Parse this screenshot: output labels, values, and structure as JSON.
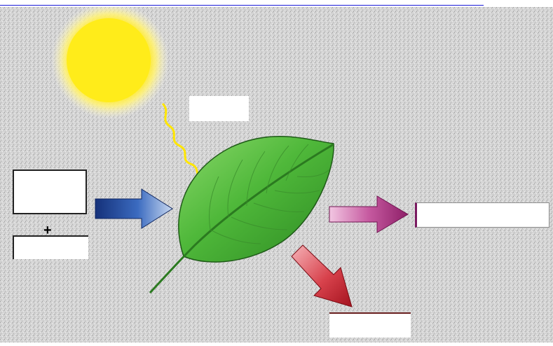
{
  "header_link": {
    "text": "",
    "color": "#1a1ad6"
  },
  "diagram": {
    "background_color": "#d6d6d6",
    "plus_sign": "+",
    "label_boxes": [
      {
        "id": "light",
        "text": ""
      },
      {
        "id": "input-top",
        "text": ""
      },
      {
        "id": "input-bottom",
        "text": ""
      },
      {
        "id": "output-right",
        "text": ""
      },
      {
        "id": "output-bottom",
        "text": ""
      }
    ],
    "colors": {
      "sun": "#ffeb3b",
      "light_ray": "#ffe600",
      "leaf": "#4caf3a",
      "input_arrow": "#1f4fa0",
      "output_arrow_right": "#a8327c",
      "output_arrow_down": "#c4202e"
    },
    "icons": [
      "sun-icon",
      "leaf-icon",
      "light-ray-icon",
      "blue-arrow-icon",
      "purple-arrow-icon",
      "red-arrow-icon"
    ]
  }
}
